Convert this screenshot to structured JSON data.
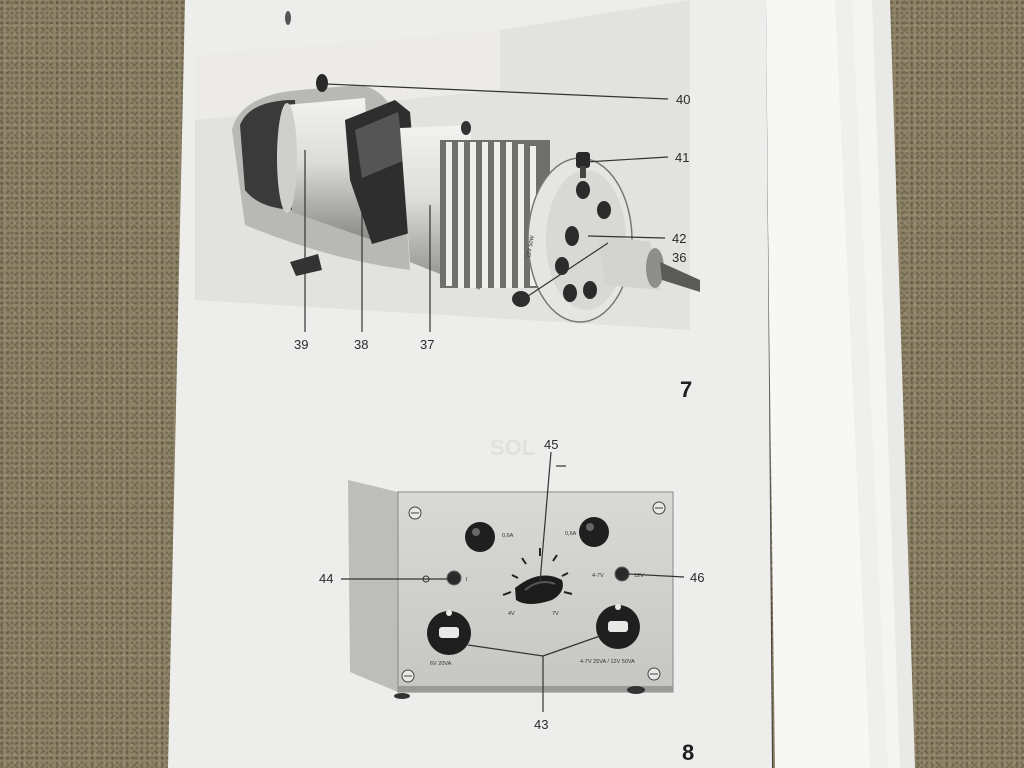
{
  "figure_7": {
    "number": "7",
    "callouts": [
      "40",
      "41",
      "42",
      "36",
      "39",
      "38",
      "37"
    ],
    "lamp_marking": "12V 50W"
  },
  "figure_8": {
    "number": "8",
    "callouts": [
      "45",
      "44",
      "46",
      "43"
    ],
    "panel_texts": {
      "fuse_left": "0,6A",
      "fuse_right": "0,6A",
      "switch_left": "I",
      "switch_right_range": "4-7V",
      "switch_right_value": "12V",
      "dial_min": "4V",
      "dial_max": "7V",
      "socket_left": "6V 20VA",
      "socket_right": "4-7V 25VA / 12V 50VA"
    }
  }
}
